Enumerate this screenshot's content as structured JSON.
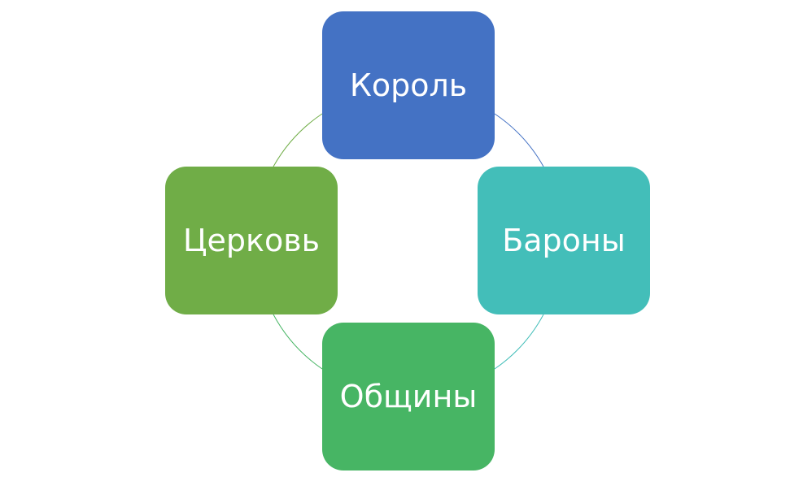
{
  "diagram": {
    "type": "cycle",
    "nodes": [
      {
        "label": "Король",
        "color": "#4472C4"
      },
      {
        "label": "Бароны",
        "color": "#43BEB9"
      },
      {
        "label": "Общины",
        "color": "#47B564"
      },
      {
        "label": "Церковь",
        "color": "#70AD47"
      }
    ]
  }
}
